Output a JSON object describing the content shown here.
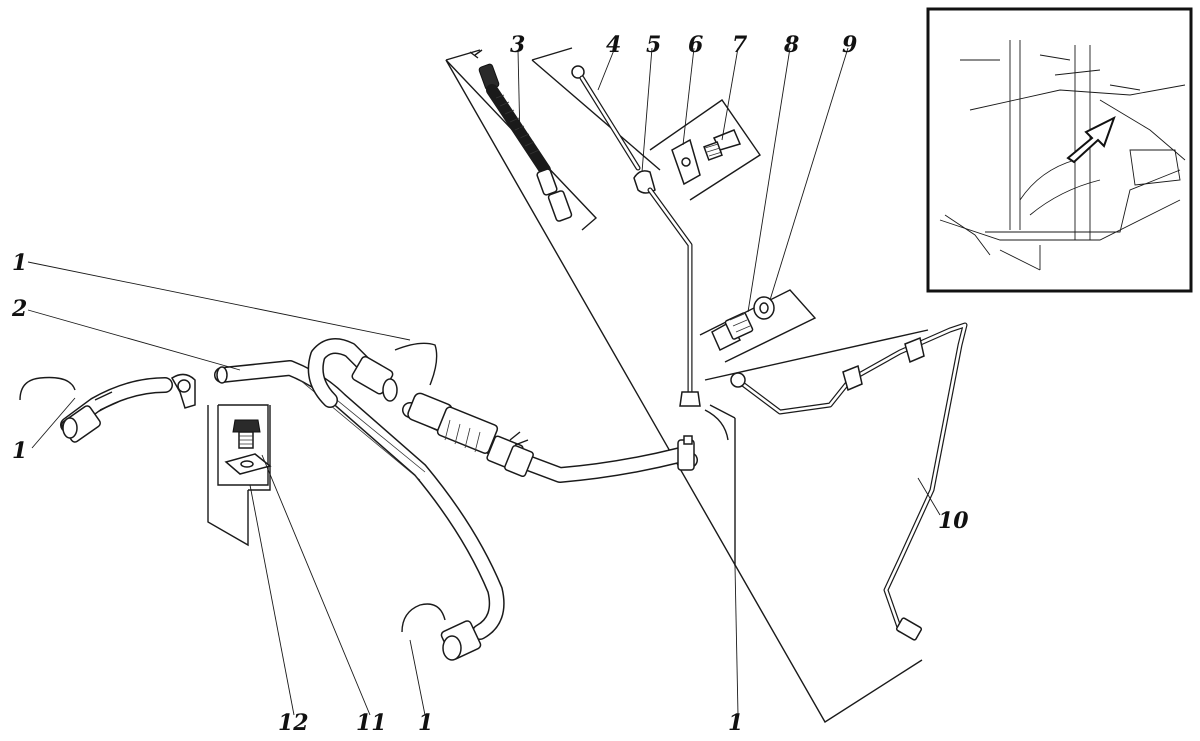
{
  "callouts": [
    {
      "id": "c1a",
      "text": "1"
    },
    {
      "id": "c2",
      "text": "2"
    },
    {
      "id": "c1b",
      "text": "1"
    },
    {
      "id": "c3",
      "text": "3"
    },
    {
      "id": "c4",
      "text": "4"
    },
    {
      "id": "c5",
      "text": "5"
    },
    {
      "id": "c6",
      "text": "6"
    },
    {
      "id": "c7",
      "text": "7"
    },
    {
      "id": "c8",
      "text": "8"
    },
    {
      "id": "c9",
      "text": "9"
    },
    {
      "id": "c10",
      "text": "10"
    },
    {
      "id": "c12",
      "text": "12"
    },
    {
      "id": "c11",
      "text": "11"
    },
    {
      "id": "c1c",
      "text": "1"
    },
    {
      "id": "c1d",
      "text": "1"
    }
  ]
}
